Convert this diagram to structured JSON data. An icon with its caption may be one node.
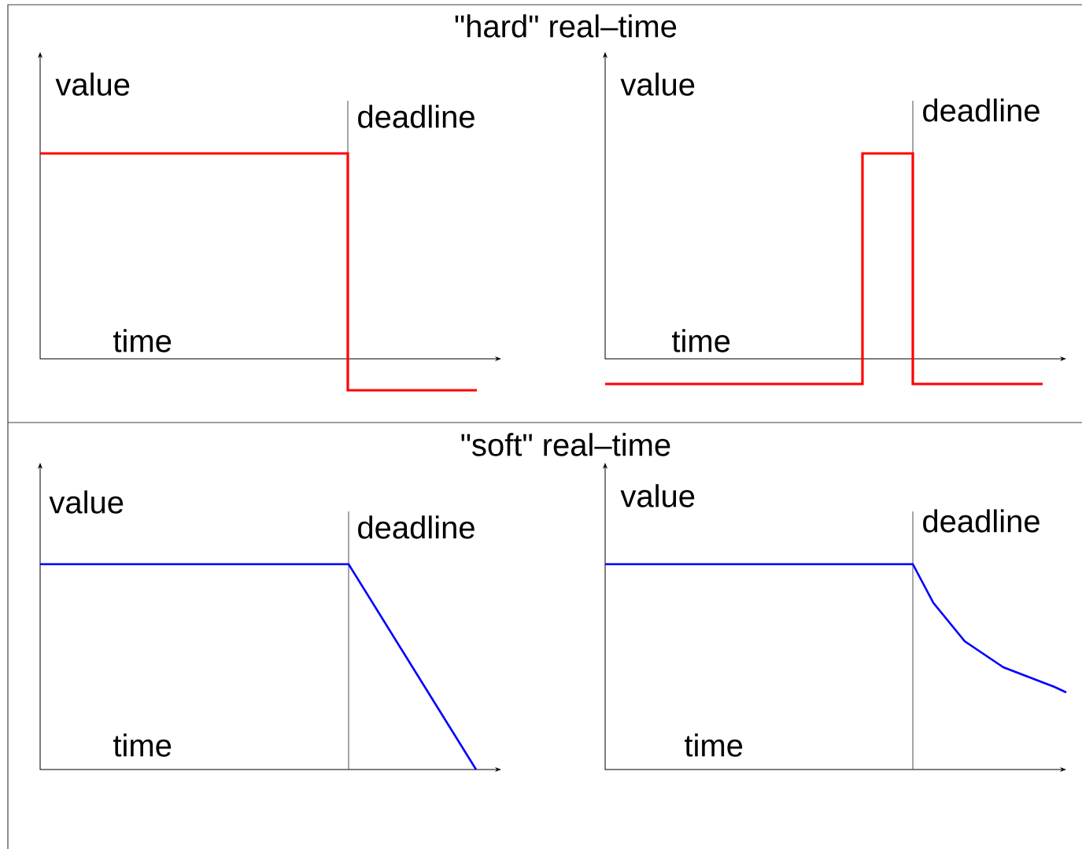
{
  "diagram": {
    "labels": [
      "\"hard\" real–time",
      "value",
      "deadline",
      "time",
      "value",
      "deadline",
      "time",
      "\"soft\" real–time",
      "value",
      "deadline",
      "time",
      "value",
      "deadline",
      "time"
    ]
  }
}
